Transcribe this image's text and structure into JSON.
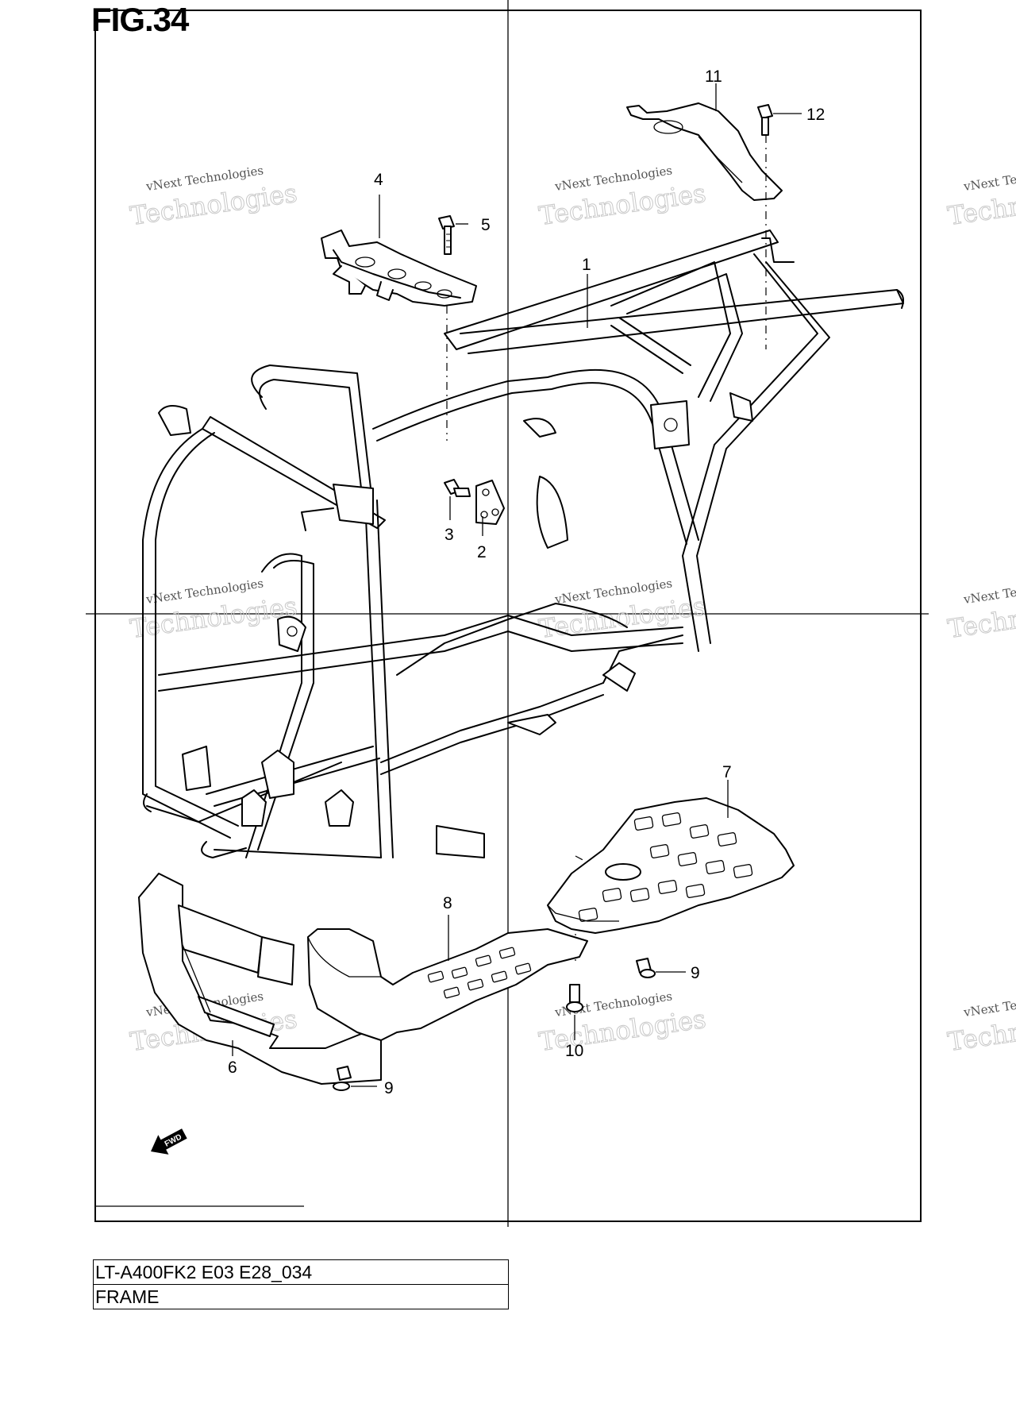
{
  "figure": {
    "title": "FIG.34"
  },
  "callouts": [
    {
      "id": "c1",
      "label": "1"
    },
    {
      "id": "c2",
      "label": "2"
    },
    {
      "id": "c3",
      "label": "3"
    },
    {
      "id": "c4",
      "label": "4"
    },
    {
      "id": "c5",
      "label": "5"
    },
    {
      "id": "c6",
      "label": "6"
    },
    {
      "id": "c7",
      "label": "7"
    },
    {
      "id": "c8",
      "label": "8"
    },
    {
      "id": "c9a",
      "label": "9"
    },
    {
      "id": "c9b",
      "label": "9"
    },
    {
      "id": "c10",
      "label": "10"
    },
    {
      "id": "c11",
      "label": "11"
    },
    {
      "id": "c12",
      "label": "12"
    }
  ],
  "watermark": {
    "line1": "vNext Technologies",
    "line2": "Technologies"
  },
  "fwd_label": "FWD",
  "title_block": {
    "model": "LT-A400FK2 E03 E28_034",
    "name": "FRAME"
  }
}
